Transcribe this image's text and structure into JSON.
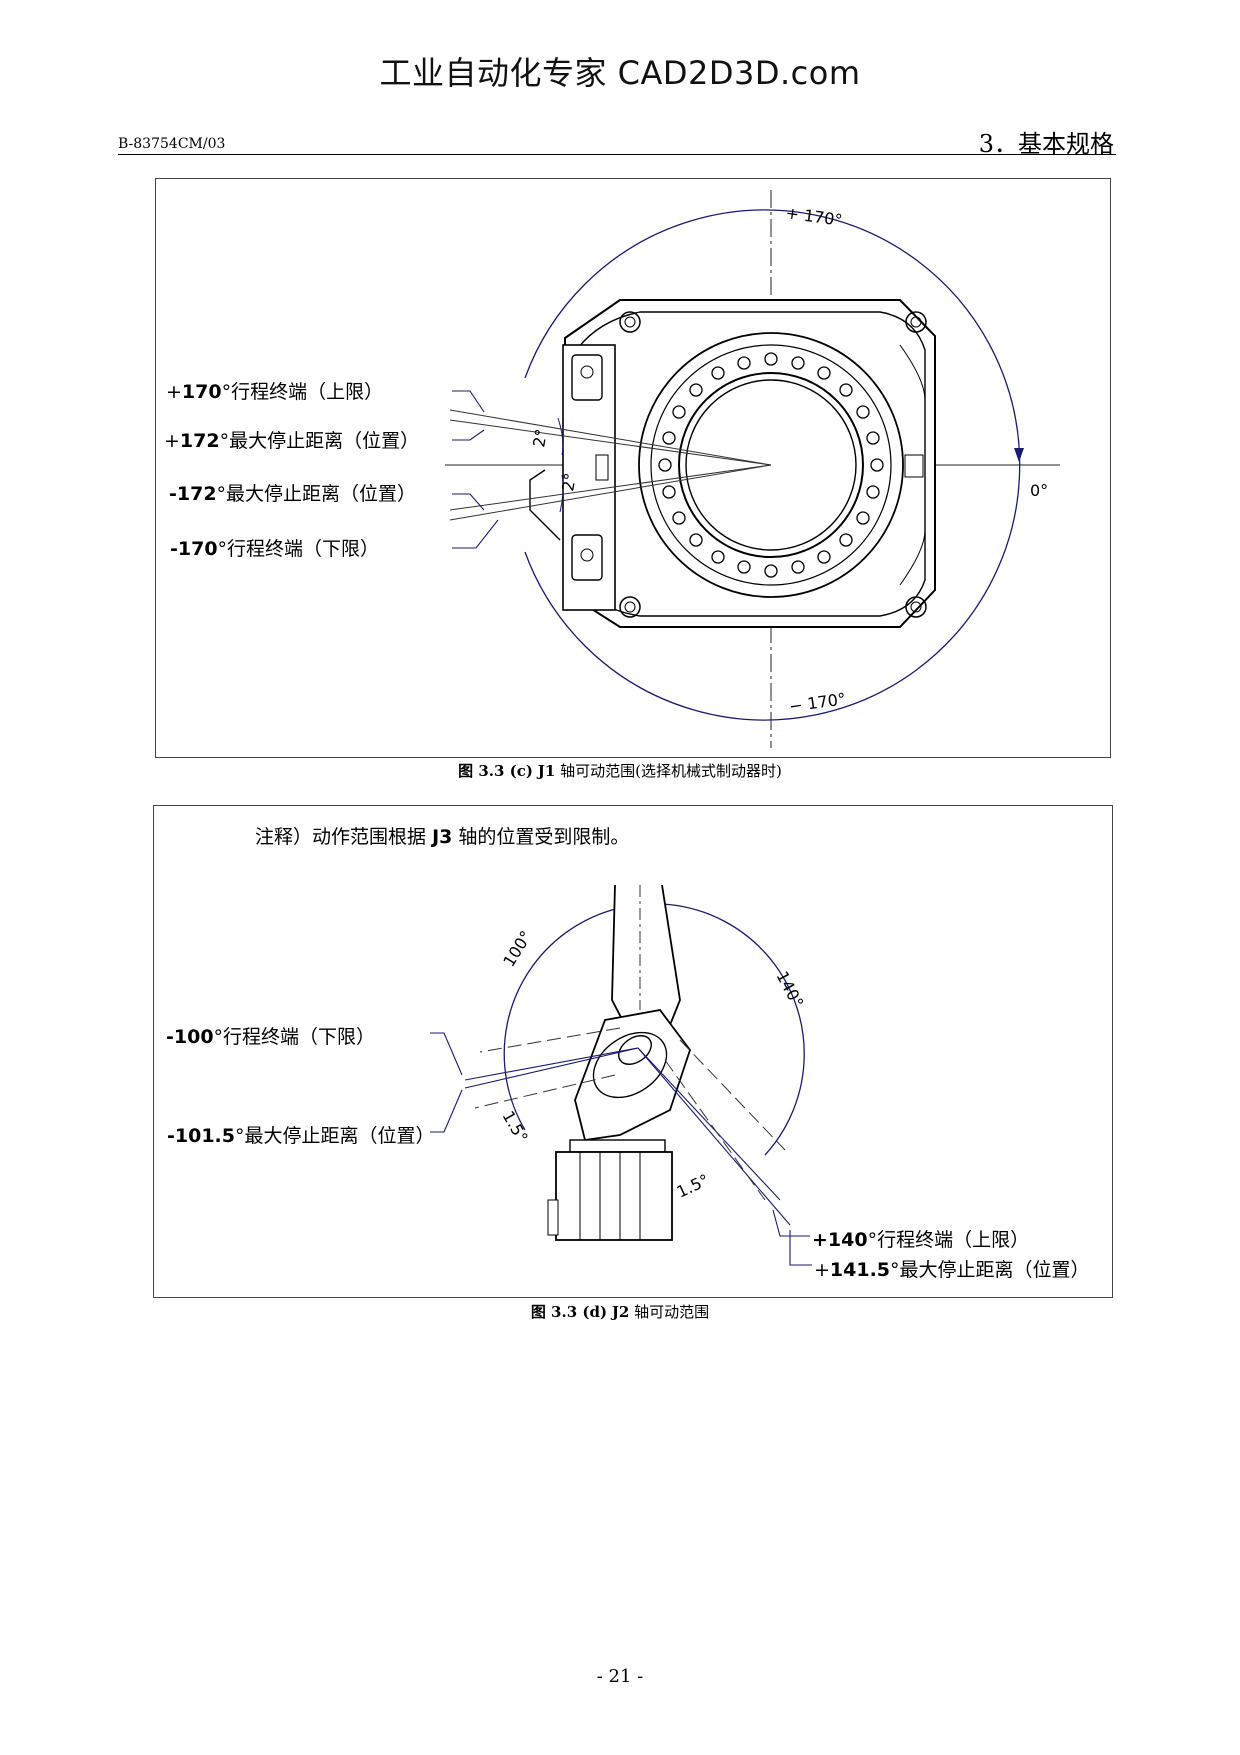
{
  "header": {
    "watermark": "工业自动化专家 CAD2D3D.com",
    "doc_id": "B-83754CM/03",
    "chapter": "3．基本规格"
  },
  "figure1": {
    "caption_number": "图 3.3 (c)",
    "caption_axis": "J1",
    "caption_text": "轴可动范围(选择机械式制动器时)",
    "angles": {
      "top": "+ 170°",
      "bottom": "− 170°",
      "right": "0°",
      "small_upper": "2°",
      "small_lower": "2°"
    },
    "labels": [
      {
        "sign": "+",
        "value": "170",
        "text": "°行程终端（上限）"
      },
      {
        "sign": "+",
        "value": "172",
        "text": "°最大停止距离（位置）"
      },
      {
        "sign": "",
        "value": "-172",
        "text": "°最大停止距离（位置）"
      },
      {
        "sign": "",
        "value": "-170",
        "text": "°行程终端（下限）"
      }
    ]
  },
  "figure2": {
    "caption_number": "图 3.3 (d)",
    "caption_axis": "J2",
    "caption_text": "轴可动范围",
    "note_prefix": "注释）动作范围根据",
    "note_axis": "J3",
    "note_suffix": "轴的位置受到限制。",
    "angles": {
      "left_arc": "100°",
      "right_arc": "140°",
      "small_left": "1.5°",
      "small_right": "1.5°"
    },
    "labels": [
      {
        "sign": "",
        "value": "-100",
        "text": "°行程终端（下限）"
      },
      {
        "sign": "",
        "value": "-101.5",
        "text": "°最大停止距离（位置）"
      },
      {
        "sign": "",
        "value": "+140",
        "text": "°行程终端（上限）"
      },
      {
        "sign": "+",
        "value": "141.5",
        "text": "°最大停止距离（位置）"
      }
    ]
  },
  "footer": {
    "page_number": "- 21 -"
  }
}
